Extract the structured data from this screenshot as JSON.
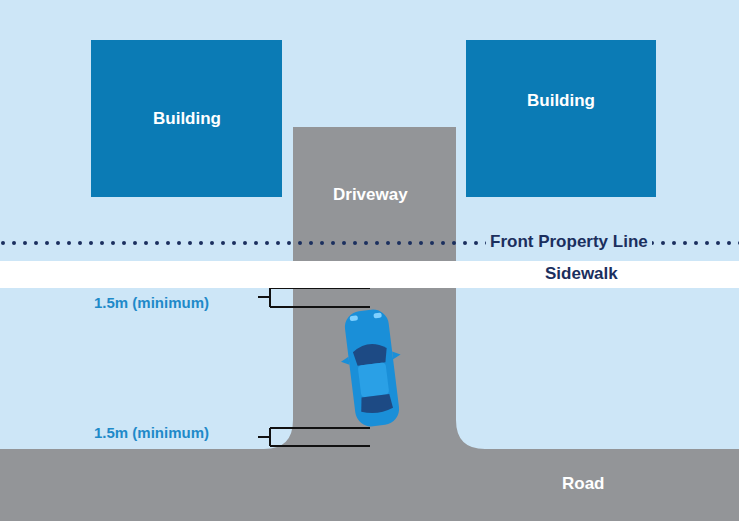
{
  "diagram": {
    "nodes": [
      {
        "text": [
          "Building"
        ]
      },
      {
        "text": [
          "Building"
        ]
      },
      {
        "text": [
          "Driveway"
        ]
      },
      {
        "text": [
          "Sidewalk"
        ]
      },
      {
        "text": [
          "Road"
        ]
      }
    ],
    "labels": [
      "Front Property Line",
      "1.5m (minimum)",
      "1.5m (minimum)"
    ]
  }
}
